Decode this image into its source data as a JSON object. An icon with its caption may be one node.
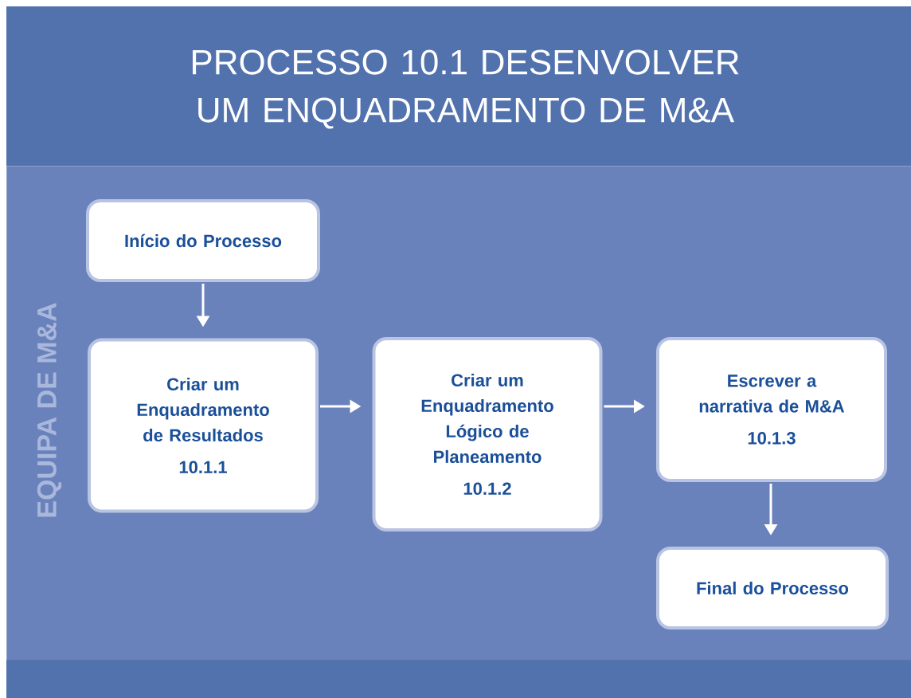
{
  "diagram": {
    "title": "PROCESSO 10.1 DESENVOLVER UM ENQUADRAMENTO DE M&A",
    "nodes": [
      {
        "text": [
          "EQUIPA DE M&A"
        ]
      },
      {
        "text": [
          "Início do Processo"
        ],
        "in": 0
      },
      {
        "text": [
          "Criar um Enquadramento de Resultados",
          "10.1.1"
        ],
        "in": 0
      },
      {
        "text": [
          "Criar um Enquadramento Lógico de Planeamento",
          "10.1.2"
        ],
        "in": 0
      },
      {
        "text": [
          "Escrever a narrativa de M&A",
          "10.1.3"
        ],
        "in": 0
      },
      {
        "text": [
          "Final do Processo"
        ],
        "in": 0
      }
    ],
    "edges": [
      {
        "from": 1,
        "to": 2,
        "arrow": "to"
      },
      {
        "from": 2,
        "to": 3,
        "arrow": "to"
      },
      {
        "from": 3,
        "to": 4,
        "arrow": "to"
      },
      {
        "from": 4,
        "to": 5,
        "arrow": "to"
      }
    ]
  }
}
